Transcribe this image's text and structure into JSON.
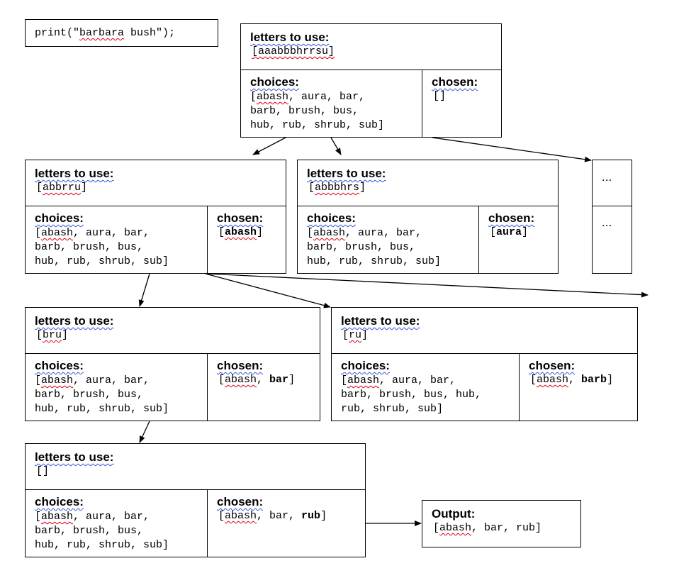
{
  "code": {
    "prefix": "print(\"",
    "name": "barbara",
    "suffix": " bush\");"
  },
  "headers": {
    "letters": "letters to use:",
    "choices": "choices:",
    "chosen": "chosen:",
    "output": "Output:"
  },
  "lists": {
    "choices_a": [
      "[",
      "abash",
      ", aura, bar,",
      "barb, brush, bus,",
      "hub, rub, shrub, sub]"
    ],
    "choices_b": [
      "[",
      "abash",
      ", aura, bar,",
      "barb, brush, bus, hub,",
      "rub, shrub, sub]"
    ]
  },
  "root": {
    "letters": "[aaabbbhrrsu]",
    "chosen": "[]"
  },
  "n1": {
    "letters_open": "[",
    "letters": "abbrru",
    "letters_close": "]",
    "chosen_open": "[",
    "chosen_bold": "abash",
    "chosen_close": "]"
  },
  "n2": {
    "letters_open": "[",
    "letters": "abbbhrs",
    "letters_close": "]",
    "chosen_open": "[",
    "chosen_bold": "aura",
    "chosen_close": "]"
  },
  "n3": {
    "ellipsis_top": "...",
    "ellipsis_bottom": "..."
  },
  "n4": {
    "letters_open": "[",
    "letters": "bru",
    "letters_close": "]",
    "chosen_open": "[",
    "chosen_plain": "abash",
    "chosen_sep": ", ",
    "chosen_bold": "bar",
    "chosen_close": "]"
  },
  "n5": {
    "letters_open": "[",
    "letters": "ru",
    "letters_close": "]",
    "chosen_open": "[",
    "chosen_plain": "abash",
    "chosen_sep": ", ",
    "chosen_bold": "barb",
    "chosen_close": "]"
  },
  "n6": {
    "letters": "[]",
    "chosen_open": "[",
    "chosen_plain": "abash",
    "chosen_sep": ", bar, ",
    "chosen_bold": "rub",
    "chosen_close": "]"
  },
  "output": {
    "open": "[",
    "w1": "abash",
    "rest": ", bar, rub]"
  }
}
